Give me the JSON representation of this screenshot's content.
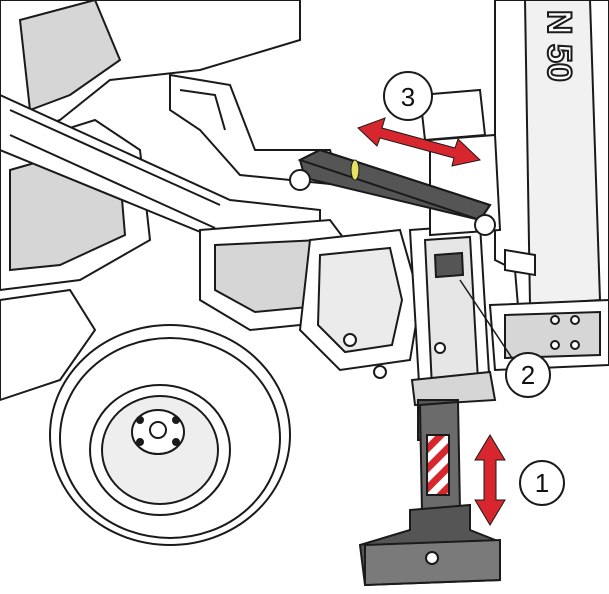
{
  "callouts": [
    {
      "id": "1",
      "text": "1"
    },
    {
      "id": "2",
      "text": "2"
    },
    {
      "id": "3",
      "text": "3"
    }
  ],
  "machine_marking": "N 50",
  "colors": {
    "arrow_red": "#d7262e",
    "line": "#1a1a1a",
    "shade": "#d6d6d6",
    "dark_shade": "#7a7a7a",
    "leg_dark": "#555555"
  }
}
